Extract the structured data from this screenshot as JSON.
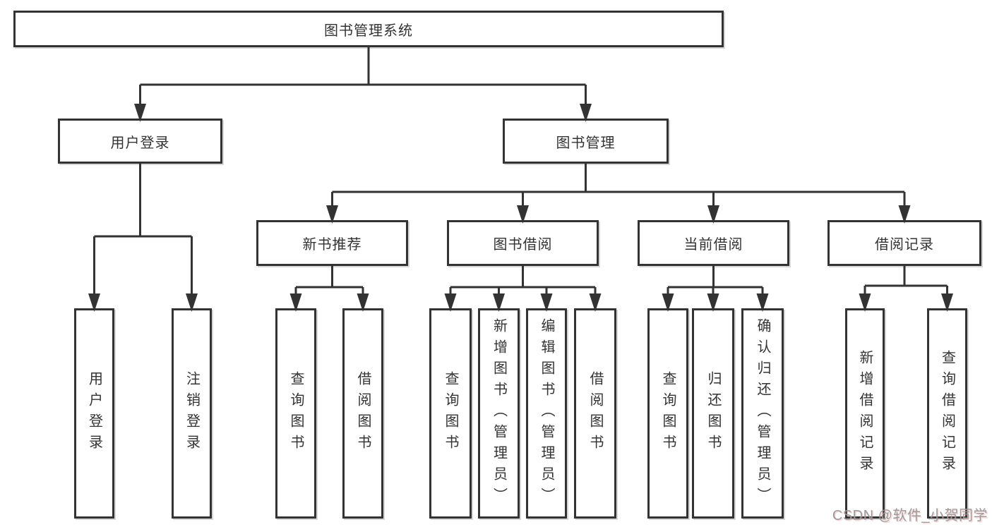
{
  "colors": {
    "background": "#ffffff",
    "box_border": "#333333",
    "line": "#333333",
    "text": "#333333",
    "watermark": "#9b9b9b"
  },
  "watermark": {
    "text": "CSDN @软件_小贺同学"
  },
  "tree": {
    "root": {
      "label": "图书管理系统"
    },
    "level2": {
      "user_login": {
        "label": "用户登录"
      },
      "book_mgmt": {
        "label": "图书管理"
      }
    },
    "level3": {
      "new_book": {
        "label": "新书推荐"
      },
      "book_borrow": {
        "label": "图书借阅"
      },
      "current_borrow": {
        "label": "当前借阅"
      },
      "borrow_record": {
        "label": "借阅记录"
      }
    },
    "leaves": {
      "user_login_login": {
        "label": "用户登录"
      },
      "user_login_logout": {
        "label": "注销登录"
      },
      "new_book_query": {
        "label": "查询图书"
      },
      "new_book_borrow": {
        "label": "借阅图书"
      },
      "borrow_query": {
        "label": "查询图书"
      },
      "borrow_add": {
        "label": "新增图书（管理员）"
      },
      "borrow_edit": {
        "label": "编辑图书（管理员）"
      },
      "borrow_borrow": {
        "label": "借阅图书"
      },
      "current_query": {
        "label": "查询图书"
      },
      "current_return": {
        "label": "归还图书"
      },
      "current_confirm": {
        "label": "确认归还（管理员）"
      },
      "record_add": {
        "label": "新增借阅记录"
      },
      "record_query": {
        "label": "查询借阅记录"
      }
    }
  }
}
